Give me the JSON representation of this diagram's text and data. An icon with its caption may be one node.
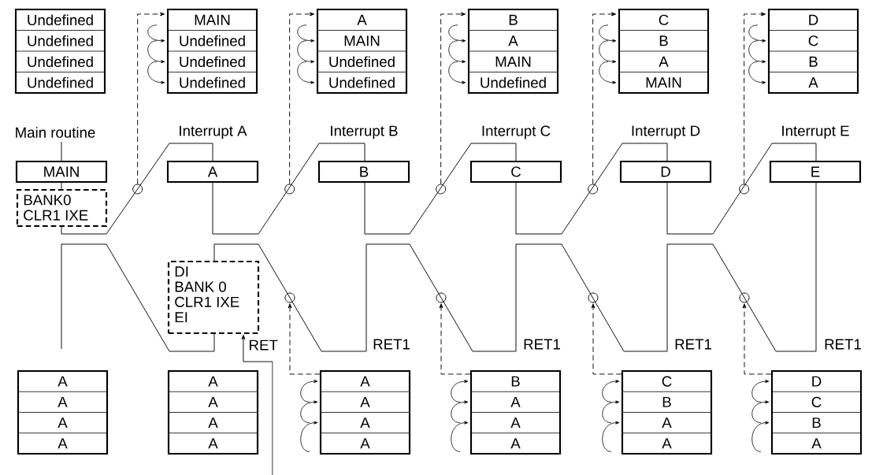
{
  "diagram": {
    "nodes": [
      {
        "text": [
          "Undefined",
          "Undefined",
          "Undefined",
          "Undefined"
        ]
      },
      {
        "text": [
          "MAIN",
          "Undefined",
          "Undefined",
          "Undefined"
        ]
      },
      {
        "text": [
          "A",
          "MAIN",
          "Undefined",
          "Undefined"
        ]
      },
      {
        "text": [
          "B",
          "A",
          "MAIN",
          "Undefined"
        ]
      },
      {
        "text": [
          "C",
          "B",
          "A",
          "MAIN"
        ]
      },
      {
        "text": [
          "D",
          "C",
          "B",
          "A"
        ]
      },
      {
        "text": [
          "MAIN"
        ],
        "beside": [
          "Main routine"
        ]
      },
      {
        "text": [
          "A"
        ],
        "beside": [
          "Interrupt A"
        ]
      },
      {
        "text": [
          "B"
        ],
        "beside": [
          "Interrupt B"
        ]
      },
      {
        "text": [
          "C"
        ],
        "beside": [
          "Interrupt C"
        ]
      },
      {
        "text": [
          "D"
        ],
        "beside": [
          "Interrupt D"
        ]
      },
      {
        "text": [
          "E"
        ],
        "beside": [
          "Interrupt E"
        ]
      },
      {
        "text": [
          "BANK0",
          "CLR1 IXE"
        ]
      },
      {
        "text": [
          "DI",
          "BANK 0",
          "CLR1 IXE",
          "EI"
        ]
      },
      {
        "text": [],
        "shape": "circle"
      },
      {
        "text": [],
        "shape": "circle"
      },
      {
        "text": [],
        "shape": "circle"
      },
      {
        "text": [],
        "shape": "circle"
      },
      {
        "text": [],
        "shape": "circle"
      },
      {
        "text": [],
        "shape": "circle"
      },
      {
        "text": [],
        "shape": "circle"
      },
      {
        "text": [],
        "shape": "circle"
      },
      {
        "text": [],
        "shape": "circle"
      },
      {
        "text": [
          "A",
          "A",
          "A",
          "A"
        ]
      },
      {
        "text": [
          "A",
          "A",
          "A",
          "A"
        ]
      },
      {
        "text": [
          "A",
          "A",
          "A",
          "A"
        ]
      },
      {
        "text": [
          "B",
          "A",
          "A",
          "A"
        ]
      },
      {
        "text": [
          "C",
          "B",
          "A",
          "A"
        ]
      },
      {
        "text": [
          "D",
          "C",
          "B",
          "A"
        ]
      }
    ],
    "edges": [
      {
        "from": 14,
        "to": 1,
        "arrow": "to",
        "style": "dashed"
      },
      {
        "from": 15,
        "to": 2,
        "arrow": "to",
        "style": "dashed"
      },
      {
        "from": 16,
        "to": 3,
        "arrow": "to",
        "style": "dashed"
      },
      {
        "from": 17,
        "to": 4,
        "arrow": "to",
        "style": "dashed"
      },
      {
        "from": 18,
        "to": 5,
        "arrow": "to",
        "style": "dashed"
      },
      {
        "from": 25,
        "to": 19,
        "arrow": "to",
        "style": "dashed"
      },
      {
        "from": 26,
        "to": 20,
        "arrow": "to",
        "style": "dashed"
      },
      {
        "from": 27,
        "to": 21,
        "arrow": "to",
        "style": "dashed"
      },
      {
        "from": 28,
        "to": 22,
        "arrow": "to",
        "style": "dashed"
      },
      {
        "from": null,
        "to": 13,
        "arrow": "to",
        "label": "RET"
      }
    ],
    "labels": [
      "RET1",
      "RET1",
      "RET1",
      "RET1"
    ]
  }
}
